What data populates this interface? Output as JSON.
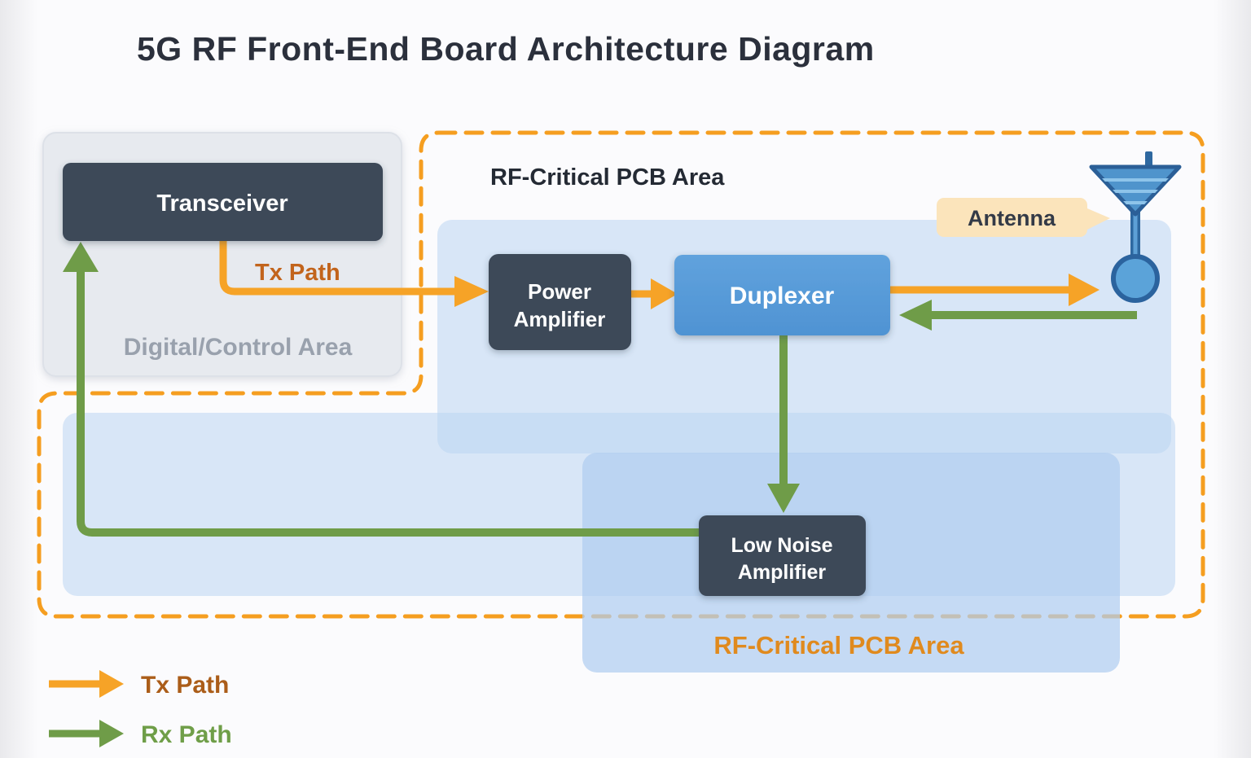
{
  "title": "5G RF Front-End Board Architecture Diagram",
  "digital_area": {
    "label": "Digital/Control Area"
  },
  "rf_area": {
    "top_label": "RF-Critical PCB Area",
    "bottom_label": "RF-Critical PCB Area"
  },
  "blocks": {
    "transceiver": {
      "label": "Transceiver"
    },
    "power_amplifier": {
      "line1": "Power",
      "line2": "Amplifier"
    },
    "duplexer": {
      "label": "Duplexer"
    },
    "low_noise_amplifier": {
      "line1": "Low Noise",
      "line2": "Amplifier"
    }
  },
  "labels": {
    "tx_path_inline": "Tx Path",
    "antenna": "Antenna"
  },
  "legend": [
    {
      "label": "Tx Path",
      "color": "#f6a327",
      "text_color": "#ab5d19"
    },
    {
      "label": "Rx Path",
      "color": "#6f9c48",
      "text_color": "#6f9e48"
    }
  ],
  "colors": {
    "tx_orange": "#f6a327",
    "rx_green": "#6f9c48",
    "dashed_border_orange": "#f59e20",
    "panel_blue": "#bcd6f3",
    "dark_box": "#3e4859",
    "duplexer_blue": "#5598d8",
    "title_text": "#2b303c",
    "digital_label_gray": "#99a1ad",
    "rf_bottom_label_orange": "#e08a1e",
    "antenna_label_bg": "#fbe4bb",
    "antenna_blue": "#4f94cc",
    "antenna_outline": "#2b5f97"
  }
}
